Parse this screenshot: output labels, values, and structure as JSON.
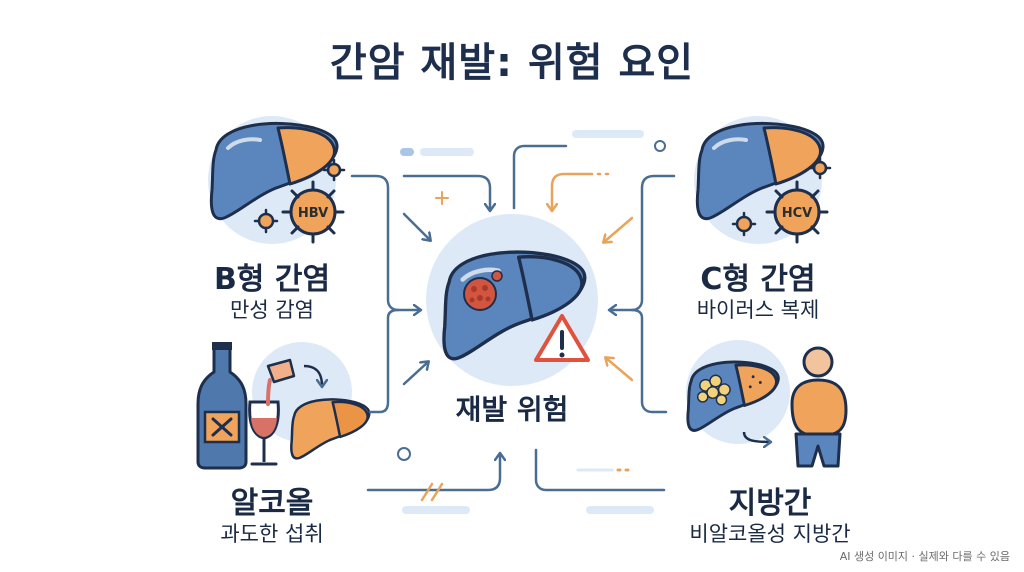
{
  "title": "간암 재발: 위험 요인",
  "center": {
    "label": "재발 위험"
  },
  "factors": [
    {
      "id": "hbv",
      "title": "B형 간염",
      "subtitle": "만성 감염",
      "badge": "HBV"
    },
    {
      "id": "hcv",
      "title": "C형 간염",
      "subtitle": "바이러스 복제",
      "badge": "HCV"
    },
    {
      "id": "alcohol",
      "title": "알코올",
      "subtitle": "과도한 섭취"
    },
    {
      "id": "fatty",
      "title": "지방간",
      "subtitle": "비알코올성 지방간"
    }
  ],
  "watermark": "AI 생성 이미지 · 실제와 다를 수 있음",
  "colors": {
    "liver_blue": "#5b86bd",
    "liver_orange": "#f0a35a",
    "circle_bg": "#dde9f6",
    "arrow_blue": "#4a6d94",
    "arrow_orange": "#e9a45c",
    "tumor": "#d2553f",
    "warning": "#e0513e"
  }
}
